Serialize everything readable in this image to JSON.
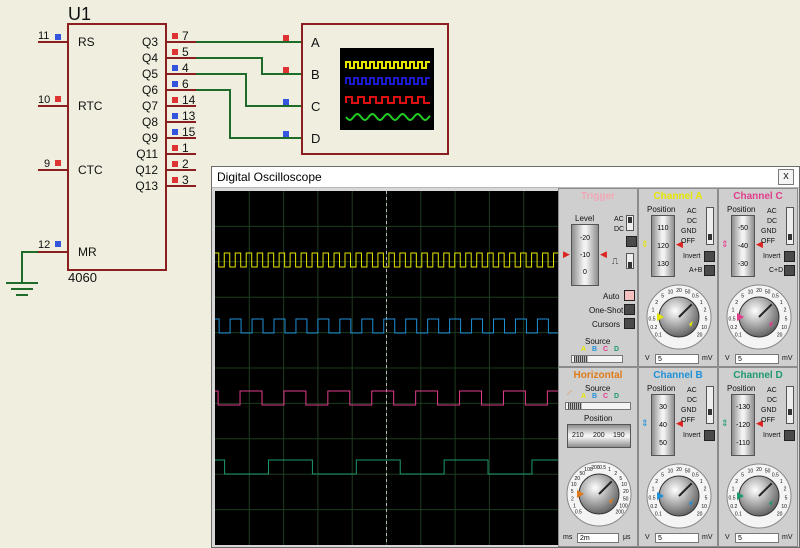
{
  "chip": {
    "name": "U1",
    "part": "4060",
    "left_pins": [
      {
        "num": "11",
        "label": "RS"
      },
      {
        "num": "10",
        "label": "RTC"
      },
      {
        "num": "9",
        "label": "CTC"
      },
      {
        "num": "12",
        "label": "MR"
      }
    ],
    "right_pins": [
      {
        "num": "7",
        "label": "Q3"
      },
      {
        "num": "5",
        "label": "Q4"
      },
      {
        "num": "4",
        "label": "Q5"
      },
      {
        "num": "6",
        "label": "Q6"
      },
      {
        "num": "14",
        "label": "Q7"
      },
      {
        "num": "13",
        "label": "Q8"
      },
      {
        "num": "15",
        "label": "Q9"
      },
      {
        "num": "1",
        "label": "Q11"
      },
      {
        "num": "2",
        "label": "Q12"
      },
      {
        "num": "3",
        "label": "Q13"
      }
    ]
  },
  "scope_symbol": {
    "inputs": [
      "A",
      "B",
      "C",
      "D"
    ]
  },
  "window": {
    "title": "Digital Oscilloscope",
    "close": "x"
  },
  "trigger": {
    "title": "Trigger",
    "level_label": "Level",
    "level_ticks": [
      "-20",
      "-10",
      "0"
    ],
    "ac": "AC",
    "dc": "DC",
    "auto": "Auto",
    "one_shot": "One-Shot",
    "cursors": "Cursors",
    "source_label": "Source",
    "source_letters": [
      "A",
      "B",
      "C",
      "D"
    ]
  },
  "horizontal": {
    "title": "Horizontal",
    "source_label": "Source",
    "source_letters": [
      "A",
      "B",
      "C",
      "D"
    ],
    "position_label": "Position",
    "position_ticks": [
      "210",
      "200",
      "190"
    ],
    "unit_left": "ms",
    "unit_right": "μs",
    "value": "2m",
    "dial_labels": [
      "0.5",
      "1",
      "2",
      "5",
      "10",
      "20",
      "50",
      "100",
      "200",
      "0.5",
      "1",
      "2",
      "5",
      "10",
      "20",
      "50",
      "100",
      "200"
    ]
  },
  "channels": {
    "A": {
      "title": "Channel A",
      "position_label": "Position",
      "ticks": [
        "110",
        "120",
        "130"
      ],
      "extra": "A+B",
      "value": "5"
    },
    "B": {
      "title": "Channel B",
      "position_label": "Position",
      "ticks": [
        "30",
        "40",
        "50"
      ],
      "extra": "",
      "value": "5"
    },
    "C": {
      "title": "Channel C",
      "position_label": "Position",
      "ticks": [
        "-50",
        "-40",
        "-30"
      ],
      "extra": "C+D",
      "value": "5"
    },
    "D": {
      "title": "Channel D",
      "position_label": "Position",
      "ticks": [
        "-130",
        "-120",
        "-110"
      ],
      "extra": "",
      "value": "5"
    }
  },
  "coupling": [
    "AC",
    "DC",
    "GND",
    "OFF"
  ],
  "invert": "Invert",
  "volt_units": {
    "left": "V",
    "right": "mV"
  },
  "volt_dial_labels": [
    "0.1",
    "0.2",
    "0.5",
    "1",
    "2",
    "5",
    "10",
    "20",
    "50",
    "0.5",
    "1",
    "2",
    "5",
    "10",
    "20"
  ],
  "colors": {
    "trace_a": "#e6e600",
    "trace_b": "#1e90d8",
    "trace_c": "#e23c8c",
    "trace_d": "#1d9a6c",
    "title_trigger": "#f0a8b4",
    "title_horizontal": "#e07a18",
    "title_a": "#e6e600",
    "title_b": "#1e90d8",
    "title_c": "#e23c8c",
    "title_d": "#1d9a6c",
    "wire": "#1f6b2a",
    "chip": "#8b1e1e"
  },
  "traces": [
    {
      "channel": "A",
      "period_divs": 0.32,
      "high_frac": 0.5,
      "phase_divs": 0.05
    },
    {
      "channel": "B",
      "period_divs": 0.64,
      "high_frac": 0.5,
      "phase_divs": 0.2
    },
    {
      "channel": "C",
      "period_divs": 1.28,
      "high_frac": 0.5,
      "phase_divs": 0.55
    },
    {
      "channel": "D",
      "period_divs": 2.56,
      "high_frac": 0.5,
      "phase_divs": 1.0
    }
  ]
}
